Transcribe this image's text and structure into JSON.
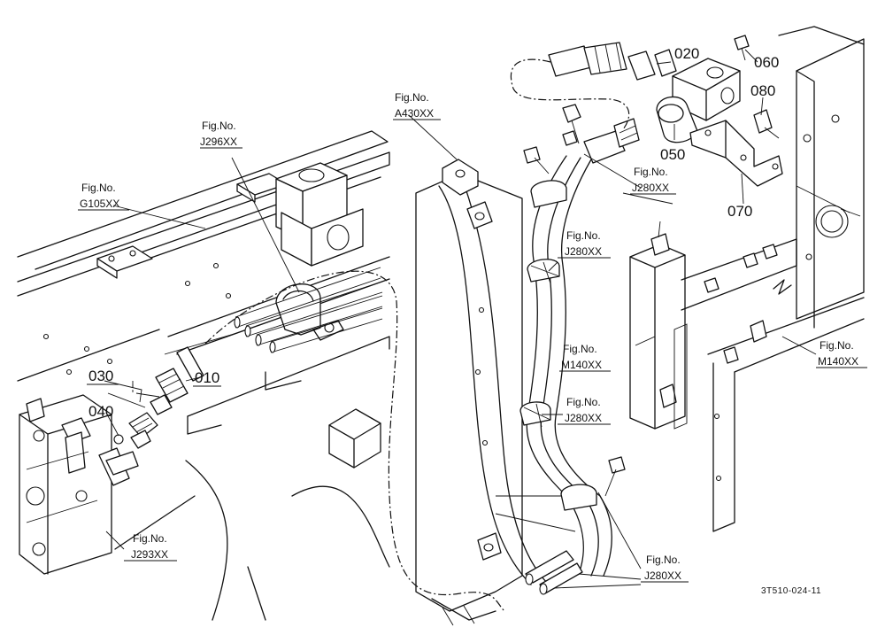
{
  "figure_refs": {
    "j296": {
      "prefix": "Fig.No.",
      "code": "J296XX"
    },
    "g105": {
      "prefix": "Fig.No.",
      "code": "G105XX"
    },
    "j293": {
      "prefix": "Fig.No.",
      "code": "J293XX"
    },
    "a430": {
      "prefix": "Fig.No.",
      "code": "A430XX"
    },
    "j280_top": {
      "prefix": "Fig.No.",
      "code": "J280XX"
    },
    "j280_upper": {
      "prefix": "Fig.No.",
      "code": "J280XX"
    },
    "j280_mid": {
      "prefix": "Fig.No.",
      "code": "J280XX"
    },
    "j280_bottom": {
      "prefix": "Fig.No.",
      "code": "J280XX"
    },
    "m140_left": {
      "prefix": "Fig.No.",
      "code": "M140XX"
    },
    "m140_right": {
      "prefix": "Fig.No.",
      "code": "M140XX"
    }
  },
  "part_numbers": {
    "p010": "010",
    "p020": "020",
    "p030": "030",
    "p040": "040",
    "p050": "050",
    "p060": "060",
    "p070": "070",
    "p080": "080"
  },
  "drawing_code": "3T510-024-11"
}
